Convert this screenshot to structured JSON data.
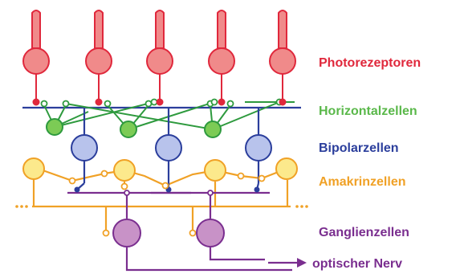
{
  "labels": {
    "photoreceptors": "Photorezeptoren",
    "horizontal": "Horizontalzellen",
    "bipolar": "Bipolarzellen",
    "amacrine": "Amakrinzellen",
    "ganglion": "Ganglienzellen",
    "optic_nerve": "optischer Nerv"
  },
  "colors": {
    "photoreceptor_fill": "#f08a8a",
    "photoreceptor_stroke": "#e0283c",
    "photoreceptor_label": "#e0283c",
    "horizontal_fill": "#7ccb55",
    "horizontal_stroke": "#2e9a3e",
    "horizontal_label": "#5ab84a",
    "bipolar_fill": "#b8c3ec",
    "bipolar_stroke": "#2b3e9c",
    "bipolar_label": "#2b3e9c",
    "amacrine_fill": "#fce98c",
    "amacrine_stroke": "#f0a126",
    "amacrine_label": "#f0a126",
    "ganglion_fill": "#c892c7",
    "ganglion_stroke": "#7a2e8f",
    "ganglion_label": "#7a2e8f"
  }
}
